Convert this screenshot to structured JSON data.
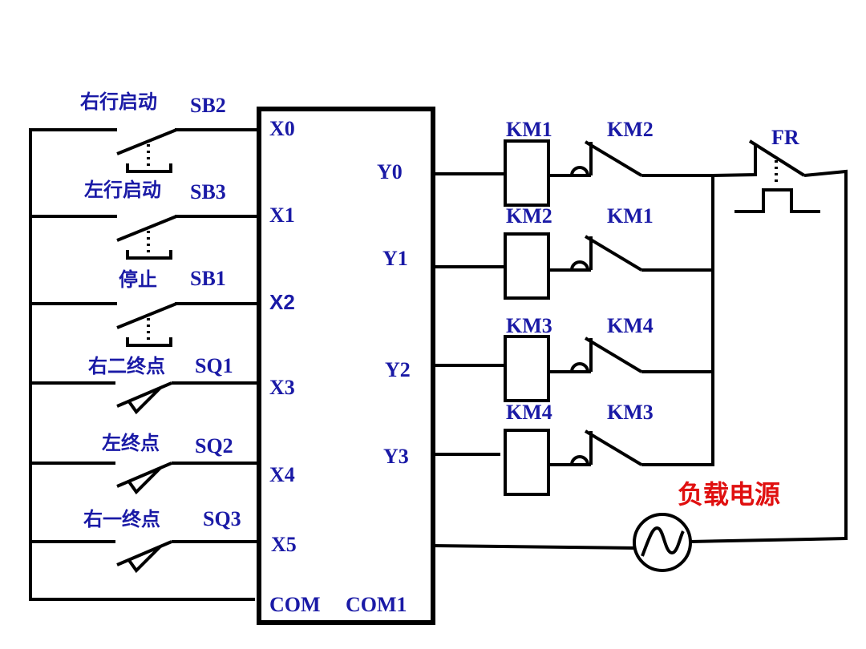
{
  "diagram": {
    "inputs": [
      {
        "name": "右行启动",
        "device": "SB2",
        "terminal": "X0",
        "type": "pushbutton"
      },
      {
        "name": "左行启动",
        "device": "SB3",
        "terminal": "X1",
        "type": "pushbutton"
      },
      {
        "name": "停止",
        "device": "SB1",
        "terminal": "X2",
        "type": "pushbutton"
      },
      {
        "name": "右二终点",
        "device": "SQ1",
        "terminal": "X3",
        "type": "limit-switch"
      },
      {
        "name": "左终点",
        "device": "SQ2",
        "terminal": "X4",
        "type": "limit-switch"
      },
      {
        "name": "右一终点",
        "device": "SQ3",
        "terminal": "X5",
        "type": "limit-switch"
      }
    ],
    "input_common": "COM",
    "output_common": "COM1",
    "outputs": [
      {
        "terminal": "Y0",
        "coil": "KM1",
        "interlock": "KM2"
      },
      {
        "terminal": "Y1",
        "coil": "KM2",
        "interlock": "KM1"
      },
      {
        "terminal": "Y2",
        "coil": "KM3",
        "interlock": "KM4"
      },
      {
        "terminal": "Y3",
        "coil": "KM4",
        "interlock": "KM3"
      }
    ],
    "overload_relay": "FR",
    "load_power_label": "负载电源",
    "colors": {
      "label": "#1a1aa6",
      "power_label": "#e01010",
      "wire": "#000000"
    }
  }
}
